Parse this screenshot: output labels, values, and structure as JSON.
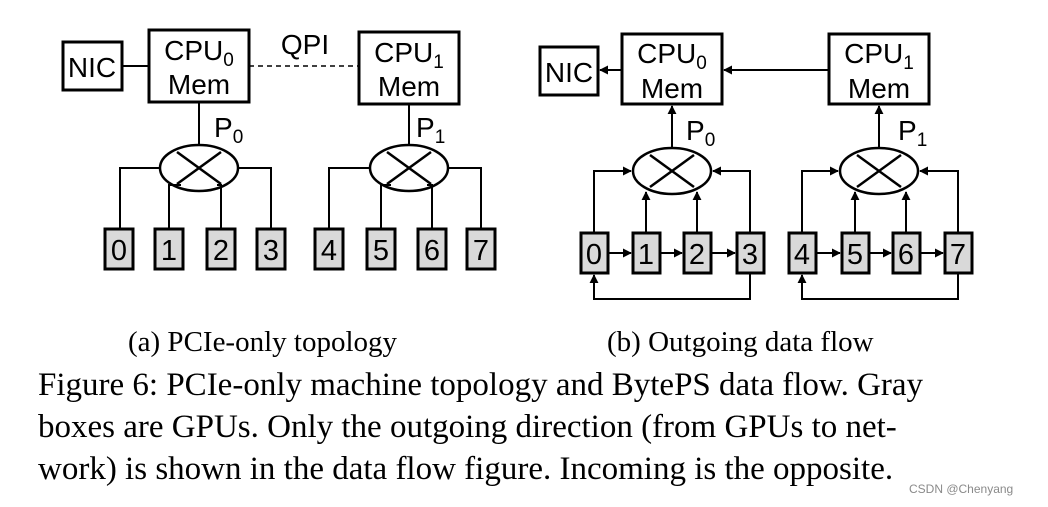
{
  "panel_a": {
    "nic": "NIC",
    "cpu0": {
      "name": "CPU",
      "sub": "0",
      "mem": "Mem"
    },
    "cpu1": {
      "name": "CPU",
      "sub": "1",
      "mem": "Mem"
    },
    "link": "QPI",
    "switch0": {
      "name": "P",
      "sub": "0"
    },
    "switch1": {
      "name": "P",
      "sub": "1"
    },
    "gpus": [
      "0",
      "1",
      "2",
      "3",
      "4",
      "5",
      "6",
      "7"
    ],
    "caption": "(a)  PCIe-only topology"
  },
  "panel_b": {
    "nic": "NIC",
    "cpu0": {
      "name": "CPU",
      "sub": "0",
      "mem": "Mem"
    },
    "cpu1": {
      "name": "CPU",
      "sub": "1",
      "mem": "Mem"
    },
    "switch0": {
      "name": "P",
      "sub": "0"
    },
    "switch1": {
      "name": "P",
      "sub": "1"
    },
    "gpus": [
      "0",
      "1",
      "2",
      "3",
      "4",
      "5",
      "6",
      "7"
    ],
    "caption": "(b)  Outgoing data flow"
  },
  "figure_caption": {
    "line1": "Figure 6: PCIe-only machine topology and BytePS data flow. Gray",
    "line2": "boxes are GPUs. Only the outgoing direction (from GPUs to net-",
    "line3": "work) is shown in the data flow figure. Incoming is the opposite."
  },
  "watermark": "CSDN @Chenyang",
  "colors": {
    "gpu_fill": "#d9d9d9",
    "line": "#000000"
  }
}
